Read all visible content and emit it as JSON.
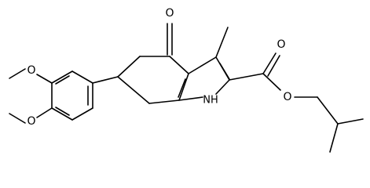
{
  "molecule": {
    "atoms": {
      "ketone_oxygen": "O",
      "ester_carbonyl_oxygen": "O",
      "ester_ether_oxygen": "O",
      "methoxy_oxygen_upper": "O",
      "methoxy_oxygen_lower": "O",
      "ring_nitrogen": "NH"
    },
    "colors": {
      "bond": "#000000",
      "label": "#000000",
      "background": "#ffffff"
    }
  }
}
